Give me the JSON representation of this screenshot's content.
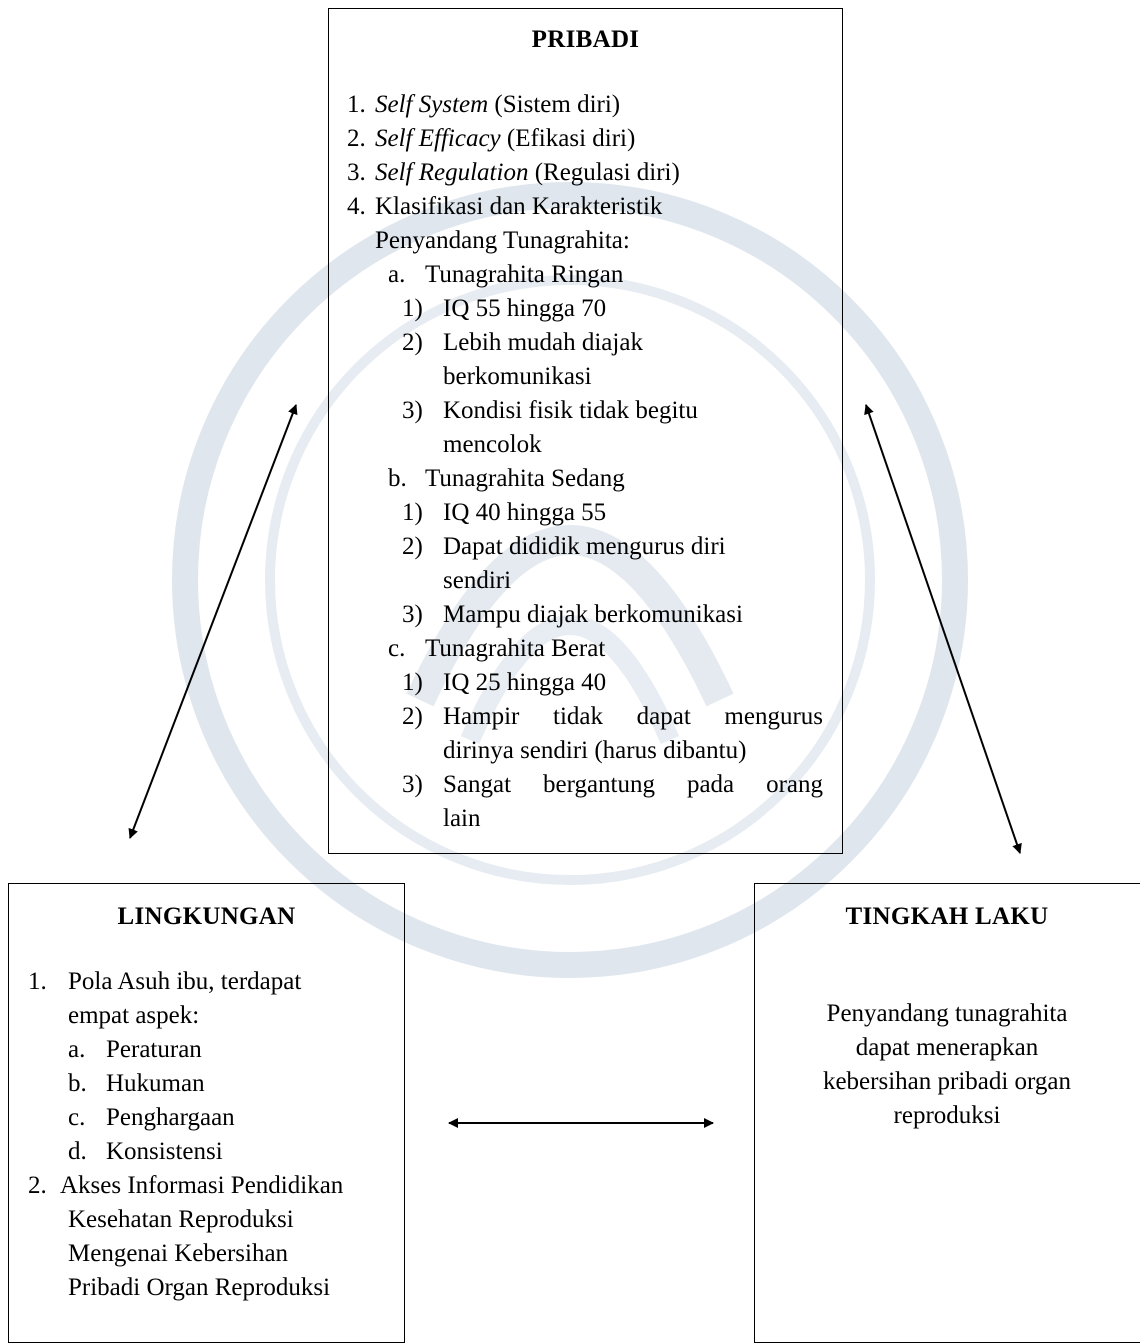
{
  "pribadi": {
    "title": "PRIBADI",
    "items": [
      {
        "num": "1.",
        "term": "Self System",
        "rest": " (Sistem diri)"
      },
      {
        "num": "2.",
        "term": "Self Efficacy",
        "rest": " (Efikasi diri)"
      },
      {
        "num": "3.",
        "term": "Self Regulation",
        "rest": " (Regulasi diri)"
      }
    ],
    "item4": {
      "num": "4.",
      "line1": "Klasifikasi dan Karakteristik",
      "line2": "Penyandang Tunagrahita:"
    },
    "groups": [
      {
        "letter": "a.",
        "label": "Tunagrahita Ringan",
        "points": [
          {
            "num": "1)",
            "lines": [
              "IQ 55 hingga 70"
            ]
          },
          {
            "num": "2)",
            "lines": [
              "Lebih mudah diajak",
              "berkomunikasi"
            ]
          },
          {
            "num": "3)",
            "lines": [
              "Kondisi fisik tidak begitu",
              "mencolok"
            ]
          }
        ]
      },
      {
        "letter": "b.",
        "label": "Tunagrahita Sedang",
        "points": [
          {
            "num": "1)",
            "lines": [
              "IQ 40 hingga 55"
            ]
          },
          {
            "num": "2)",
            "lines": [
              "Dapat dididik mengurus diri",
              "sendiri"
            ]
          },
          {
            "num": "3)",
            "lines": [
              "Mampu diajak berkomunikasi"
            ]
          }
        ]
      },
      {
        "letter": "c.",
        "label": "Tunagrahita Berat",
        "points": [
          {
            "num": "1)",
            "lines": [
              "IQ 25 hingga 40"
            ]
          },
          {
            "num": "2)",
            "lines": [
              "Hampir tidak dapat mengurus",
              "dirinya sendiri (harus dibantu)"
            ]
          },
          {
            "num": "3)",
            "lines": [
              "Sangat bergantung pada orang",
              "lain"
            ]
          }
        ]
      }
    ]
  },
  "lingkungan": {
    "title": "LINGKUNGAN",
    "item1": {
      "num": "1.",
      "line1": "Pola Asuh ibu, terdapat",
      "line2": "empat aspek:"
    },
    "aspects": [
      {
        "letter": "a.",
        "label": "Peraturan"
      },
      {
        "letter": "b.",
        "label": "Hukuman"
      },
      {
        "letter": "c.",
        "label": "Penghargaan"
      },
      {
        "letter": "d.",
        "label": "Konsistensi"
      }
    ],
    "item2": {
      "num": "2.",
      "line1": "Akses Informasi Pendidikan",
      "line2": "Kesehatan Reproduksi",
      "line3": "Mengenai Kebersihan",
      "line4": "Pribadi Organ Reproduksi"
    }
  },
  "tingkah_laku": {
    "title": "TINGKAH LAKU",
    "text_lines": [
      "Penyandang tunagrahita",
      "dapat menerapkan",
      "kebersihan pribadi organ",
      "reproduksi"
    ]
  }
}
